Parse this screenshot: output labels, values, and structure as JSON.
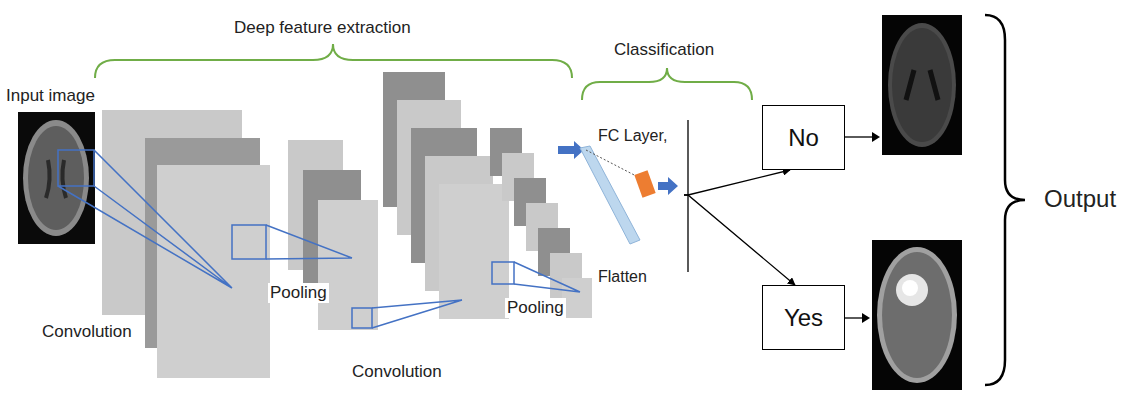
{
  "diagram": {
    "nodes": [
      {
        "text": [
          "FC Layer,",
          "Flatten"
        ]
      },
      {
        "text": [
          "No"
        ]
      },
      {
        "text": [
          "Yes"
        ]
      }
    ],
    "edges": [
      {
        "from": 0,
        "to": 1,
        "arrow": "to"
      },
      {
        "from": 0,
        "to": 2,
        "arrow": "to"
      }
    ],
    "labels": [
      "Deep feature extraction",
      "Classification",
      "Input image",
      "Convolution",
      "Pooling",
      "Convolution",
      "Pooling",
      "Output"
    ]
  }
}
